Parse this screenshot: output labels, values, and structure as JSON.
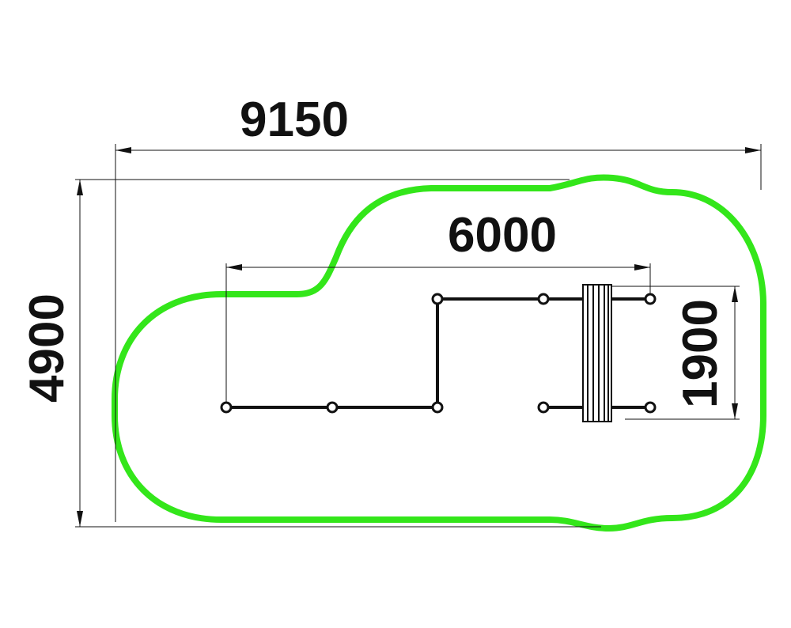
{
  "dimensions": {
    "overall_width": "9150",
    "overall_depth": "4900",
    "equipment_length": "6000",
    "equipment_depth": "1900"
  },
  "colors": {
    "safety_zone": "#33e61a",
    "lines": "#111111"
  }
}
